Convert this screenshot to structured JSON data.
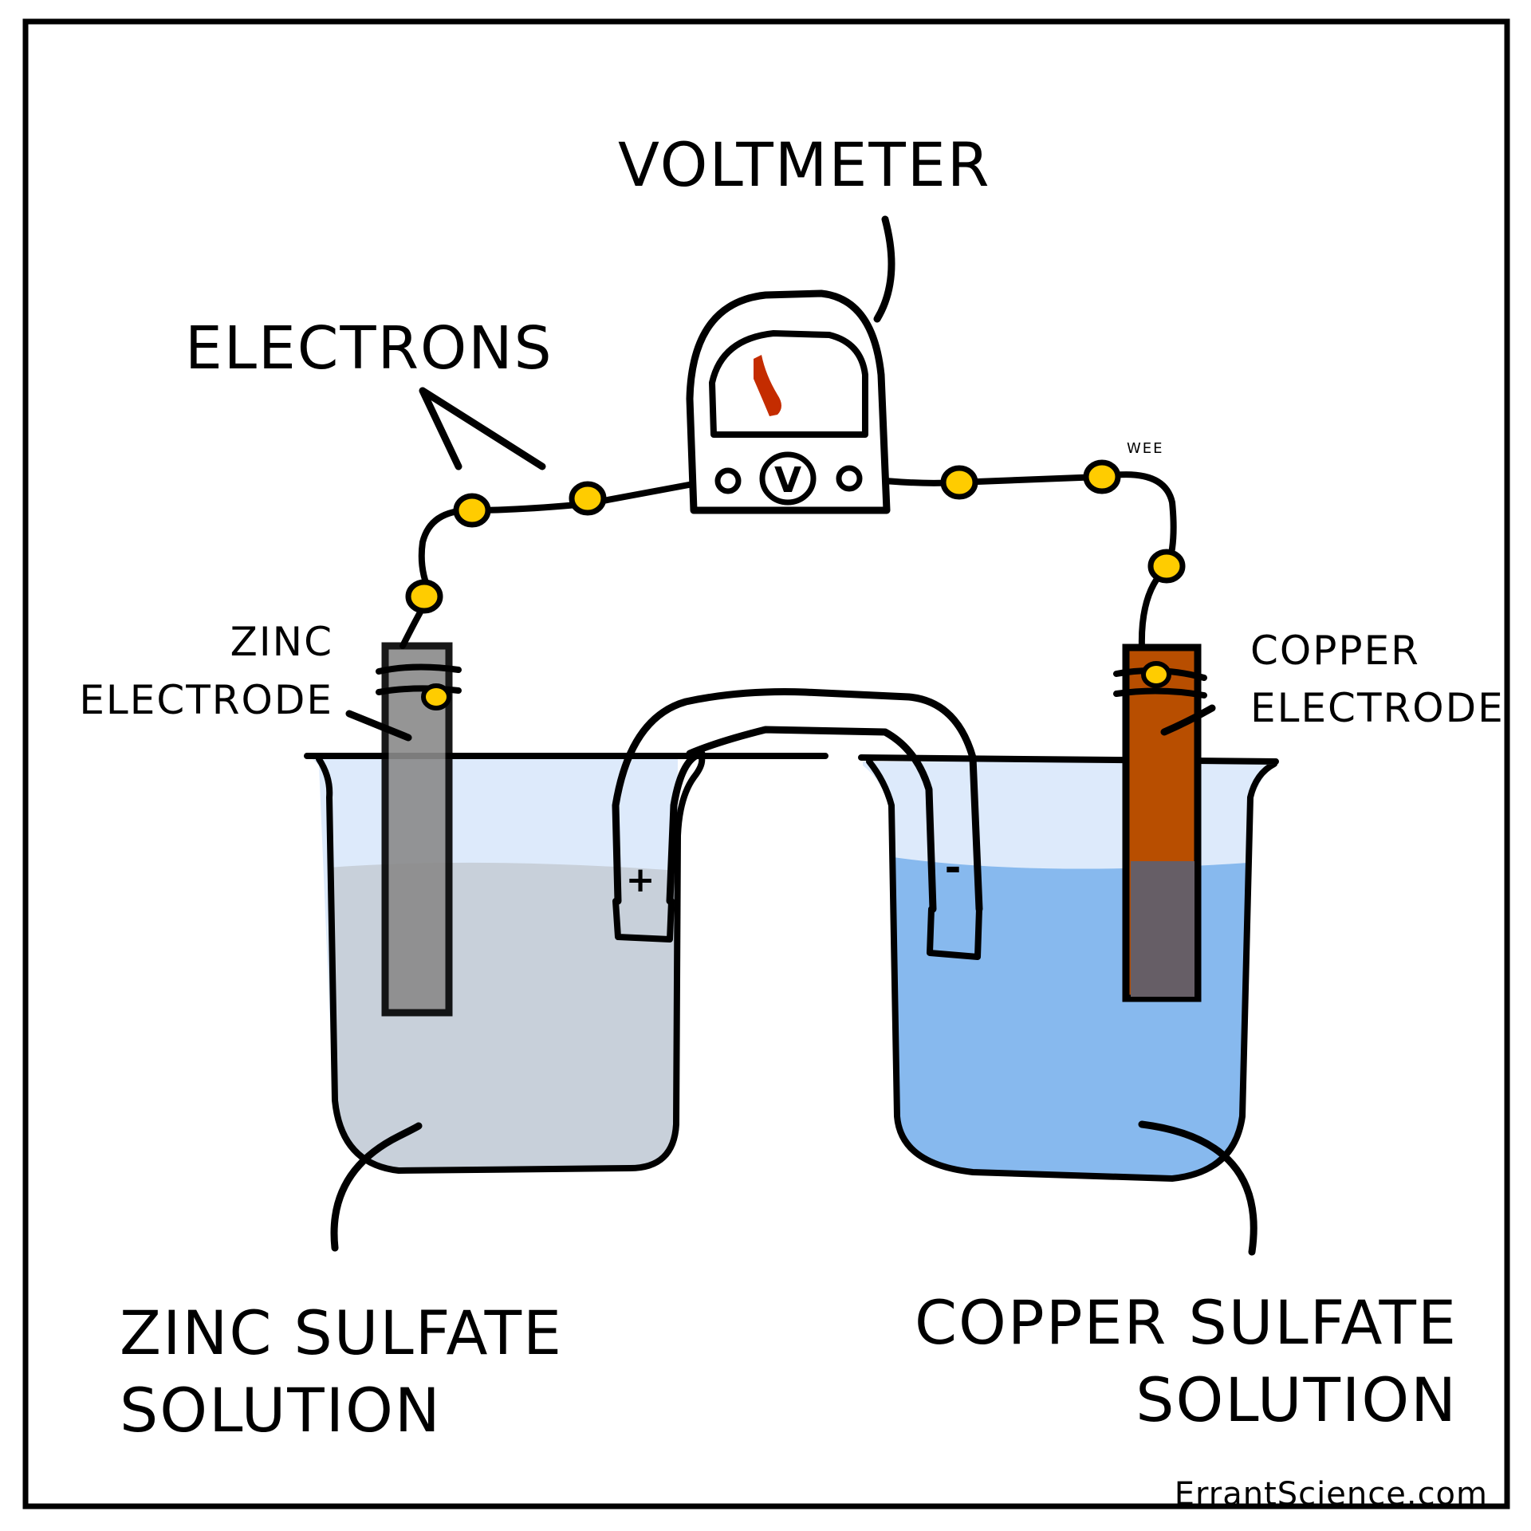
{
  "diagram": {
    "title": "Galvanic cell",
    "labels": {
      "voltmeter": "Voltmeter",
      "electrons": "Electrons",
      "wee": "Wee",
      "zinc_electrode_line1": "Zinc",
      "zinc_electrode_line2": "electrode",
      "copper_electrode_line1": "Copper",
      "copper_electrode_line2": "electrode",
      "zinc_solution_line1": "Zinc sulfate",
      "zinc_solution_line2": "solution",
      "copper_solution_line1": "Copper sulfate",
      "copper_solution_line2": "solution",
      "voltmeter_symbol": "V",
      "salt_bridge_plus": "+",
      "salt_bridge_minus": "-",
      "credit": "ErrantScience.com"
    },
    "colors": {
      "outline": "#000000",
      "electron": "#ffcc00",
      "needle": "#c42c00",
      "zinc_electrode": "#8a8a8a",
      "copper_electrode": "#b84e00",
      "beaker_air": "#ddeafb",
      "zinc_solution": "#c8d0da",
      "copper_solution": "#87b9ee"
    }
  }
}
